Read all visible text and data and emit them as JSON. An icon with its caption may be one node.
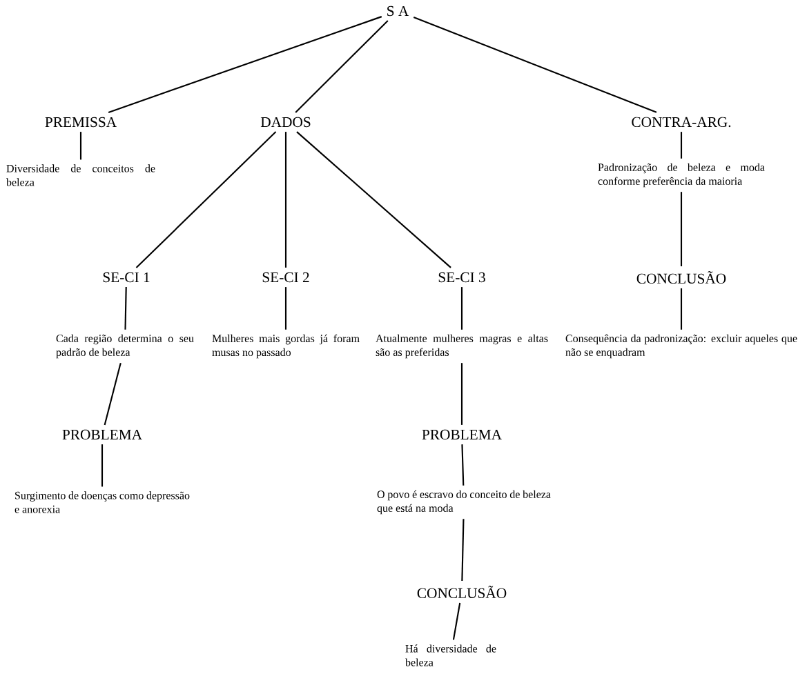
{
  "diagram": {
    "nodes": [
      {
        "text": [
          "S A"
        ]
      },
      {
        "text": [
          "PREMISSA"
        ]
      },
      {
        "text": [
          "DADOS"
        ]
      },
      {
        "text": [
          "CONTRA-ARG."
        ]
      },
      {
        "text": [
          "Diversidade de conceitos de beleza"
        ]
      },
      {
        "text": [
          "SE-CI 1"
        ]
      },
      {
        "text": [
          "SE-CI 2"
        ]
      },
      {
        "text": [
          "SE-CI 3"
        ]
      },
      {
        "text": [
          "Padronização de beleza e moda conforme preferência da maioria"
        ]
      },
      {
        "text": [
          "CONCLUSÃO"
        ]
      },
      {
        "text": [
          "Cada região determina o seu padrão de beleza"
        ]
      },
      {
        "text": [
          "Mulheres mais gordas já foram musas no passado"
        ]
      },
      {
        "text": [
          "Atualmente mulheres magras e altas são as preferidas"
        ]
      },
      {
        "text": [
          "Consequência da padronização: excluir aqueles que não se enquadram"
        ]
      },
      {
        "text": [
          "PROBLEMA"
        ]
      },
      {
        "text": [
          "PROBLEMA"
        ]
      },
      {
        "text": [
          "Surgimento de doenças como depressão e anorexia"
        ]
      },
      {
        "text": [
          "O povo é escravo do conceito de beleza que está na moda"
        ]
      },
      {
        "text": [
          "CONCLUSÃO"
        ]
      },
      {
        "text": [
          "Há diversidade de beleza"
        ]
      }
    ],
    "edges": [
      {
        "from": 0,
        "to": 1,
        "arrow": "none"
      },
      {
        "from": 0,
        "to": 2,
        "arrow": "none"
      },
      {
        "from": 0,
        "to": 3,
        "arrow": "none"
      },
      {
        "from": 1,
        "to": 4,
        "arrow": "none"
      },
      {
        "from": 2,
        "to": 5,
        "arrow": "none"
      },
      {
        "from": 2,
        "to": 6,
        "arrow": "none"
      },
      {
        "from": 2,
        "to": 7,
        "arrow": "none"
      },
      {
        "from": 3,
        "to": 8,
        "arrow": "none"
      },
      {
        "from": 8,
        "to": 9,
        "arrow": "none"
      },
      {
        "from": 9,
        "to": 13,
        "arrow": "none"
      },
      {
        "from": 5,
        "to": 10,
        "arrow": "none"
      },
      {
        "from": 6,
        "to": 11,
        "arrow": "none"
      },
      {
        "from": 7,
        "to": 12,
        "arrow": "none"
      },
      {
        "from": 10,
        "to": 14,
        "arrow": "none"
      },
      {
        "from": 12,
        "to": 15,
        "arrow": "none"
      },
      {
        "from": 14,
        "to": 16,
        "arrow": "none"
      },
      {
        "from": 15,
        "to": 17,
        "arrow": "none"
      },
      {
        "from": 17,
        "to": 18,
        "arrow": "none"
      },
      {
        "from": 18,
        "to": 19,
        "arrow": "none"
      }
    ]
  }
}
